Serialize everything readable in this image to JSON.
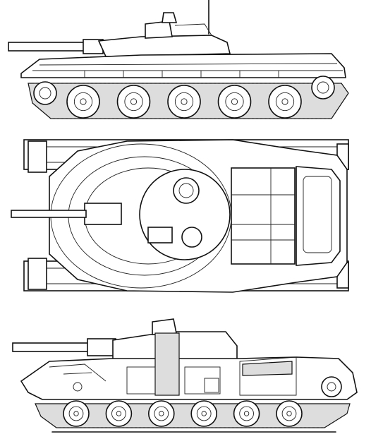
{
  "drawing": {
    "views": [
      {
        "key": "side",
        "name": "side-view"
      },
      {
        "key": "top",
        "name": "top-view"
      },
      {
        "key": "cutaway",
        "name": "cutaway-view"
      }
    ],
    "side": {
      "road_wheels": 5
    },
    "cutaway": {
      "road_wheels": 6
    },
    "line_color": "#111111",
    "background": "#ffffff"
  }
}
